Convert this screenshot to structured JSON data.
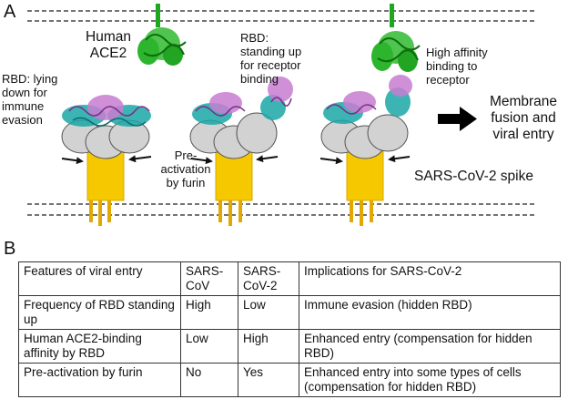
{
  "panel_a": {
    "letter": "A",
    "labels": {
      "human_ace2": "Human ACE2",
      "rbd_lying": "RBD: lying down for immune evasion",
      "rbd_standing": "RBD: standing up for receptor binding",
      "high_affinity": "High affinity binding to receptor",
      "membrane_fusion": "Membrane fusion and viral entry",
      "pre_activation": "Pre-activation by furin",
      "spike": "SARS-CoV-2 spike"
    },
    "colors": {
      "ace2": "#1fa81f",
      "rbd_helix": "#c77dd0",
      "core_protein": "#1aa7a7",
      "lobe": "#d2d2d2",
      "stalk": "#f5c800",
      "membrane_line": "#222222"
    }
  },
  "panel_b": {
    "letter": "B",
    "table": {
      "header": [
        "Features of viral entry",
        "SARS-CoV",
        "SARS-CoV-2",
        "Implications for SARS-CoV-2"
      ],
      "rows": [
        [
          "Frequency of RBD standing up",
          "High",
          "Low",
          "Immune evasion (hidden RBD)"
        ],
        [
          "Human ACE2-binding affinity by RBD",
          "Low",
          "High",
          "Enhanced entry (compensation for hidden RBD)"
        ],
        [
          "Pre-activation by furin",
          "No",
          "Yes",
          "Enhanced entry into some types of cells (compensation for hidden RBD)"
        ]
      ]
    }
  }
}
